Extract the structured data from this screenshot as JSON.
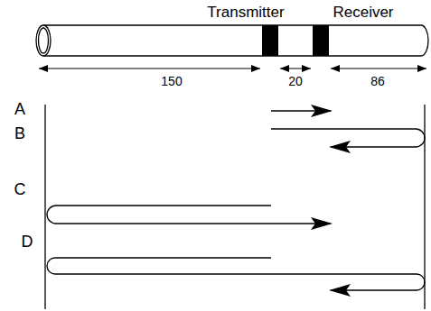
{
  "diagram": {
    "labels": [
      "Transmitter",
      "Receiver",
      "150",
      "20",
      "86",
      "A",
      "B",
      "C",
      "D"
    ]
  }
}
